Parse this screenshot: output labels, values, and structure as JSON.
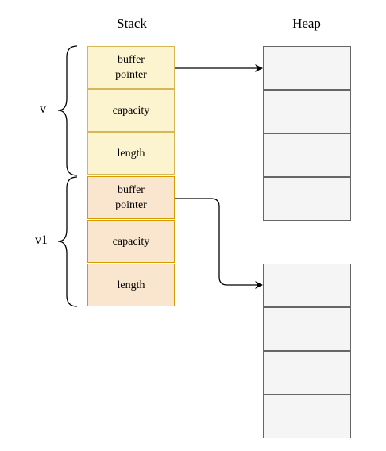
{
  "titles": {
    "stack": "Stack",
    "heap": "Heap"
  },
  "variables": [
    {
      "name": "v",
      "fields": [
        "buffer\npointer",
        "capacity",
        "length"
      ]
    },
    {
      "name": "v1",
      "fields": [
        "buffer\npointer",
        "capacity",
        "length"
      ]
    }
  ],
  "heap_blocks": [
    {
      "cells": 4
    },
    {
      "cells": 4
    }
  ],
  "colors": {
    "v_fill": "#fcf3cf",
    "v_stroke": "#d6b656",
    "v1_fill": "#fae6cf",
    "v1_stroke": "#d79b00",
    "heap_fill": "#f5f5f5",
    "heap_stroke": "#666666"
  }
}
